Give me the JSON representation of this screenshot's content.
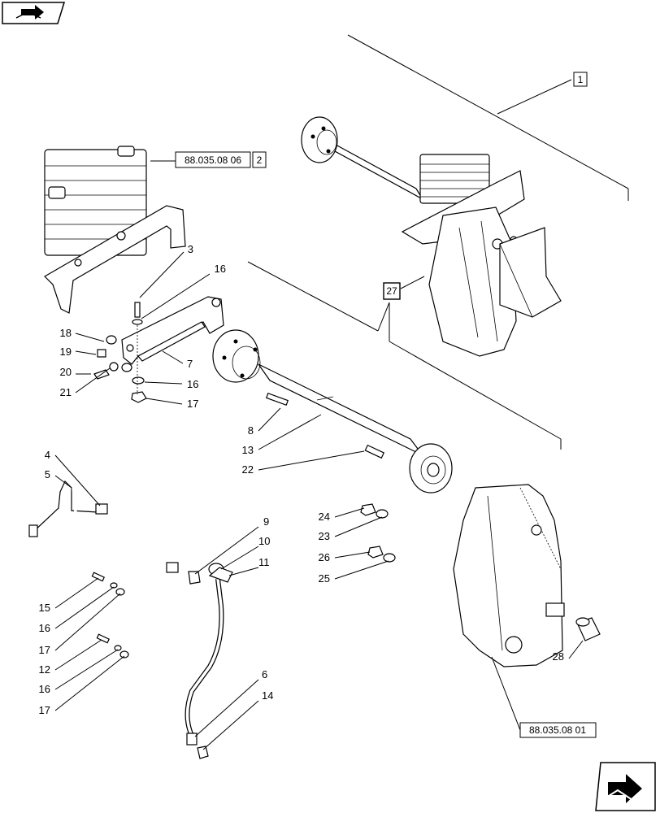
{
  "callouts": [
    {
      "id": "c3",
      "text": "3"
    },
    {
      "id": "c16a",
      "text": "16"
    },
    {
      "id": "c18",
      "text": "18"
    },
    {
      "id": "c19",
      "text": "19"
    },
    {
      "id": "c20",
      "text": "20"
    },
    {
      "id": "c21",
      "text": "21"
    },
    {
      "id": "c7",
      "text": "7"
    },
    {
      "id": "c16b",
      "text": "16"
    },
    {
      "id": "c17a",
      "text": "17"
    },
    {
      "id": "c8",
      "text": "8"
    },
    {
      "id": "c13",
      "text": "13"
    },
    {
      "id": "c22",
      "text": "22"
    },
    {
      "id": "c4",
      "text": "4"
    },
    {
      "id": "c5",
      "text": "5"
    },
    {
      "id": "c9",
      "text": "9"
    },
    {
      "id": "c10",
      "text": "10"
    },
    {
      "id": "c11",
      "text": "11"
    },
    {
      "id": "c24",
      "text": "24"
    },
    {
      "id": "c23",
      "text": "23"
    },
    {
      "id": "c26",
      "text": "26"
    },
    {
      "id": "c25",
      "text": "25"
    },
    {
      "id": "c15",
      "text": "15"
    },
    {
      "id": "c16c",
      "text": "16"
    },
    {
      "id": "c17b",
      "text": "17"
    },
    {
      "id": "c12",
      "text": "12"
    },
    {
      "id": "c16d",
      "text": "16"
    },
    {
      "id": "c17c",
      "text": "17"
    },
    {
      "id": "c6",
      "text": "6"
    },
    {
      "id": "c14",
      "text": "14"
    },
    {
      "id": "c28",
      "text": "28"
    }
  ],
  "boxed_refs": {
    "ref1": "1",
    "ref2": "2",
    "ref27": "27",
    "cooler_ref": "88.035.08 06",
    "gearbox_ref": "88.035.08 01"
  },
  "icons": {
    "top_nav": "book-arrow-icon",
    "bottom_nav": "next-page-arrow-icon"
  }
}
